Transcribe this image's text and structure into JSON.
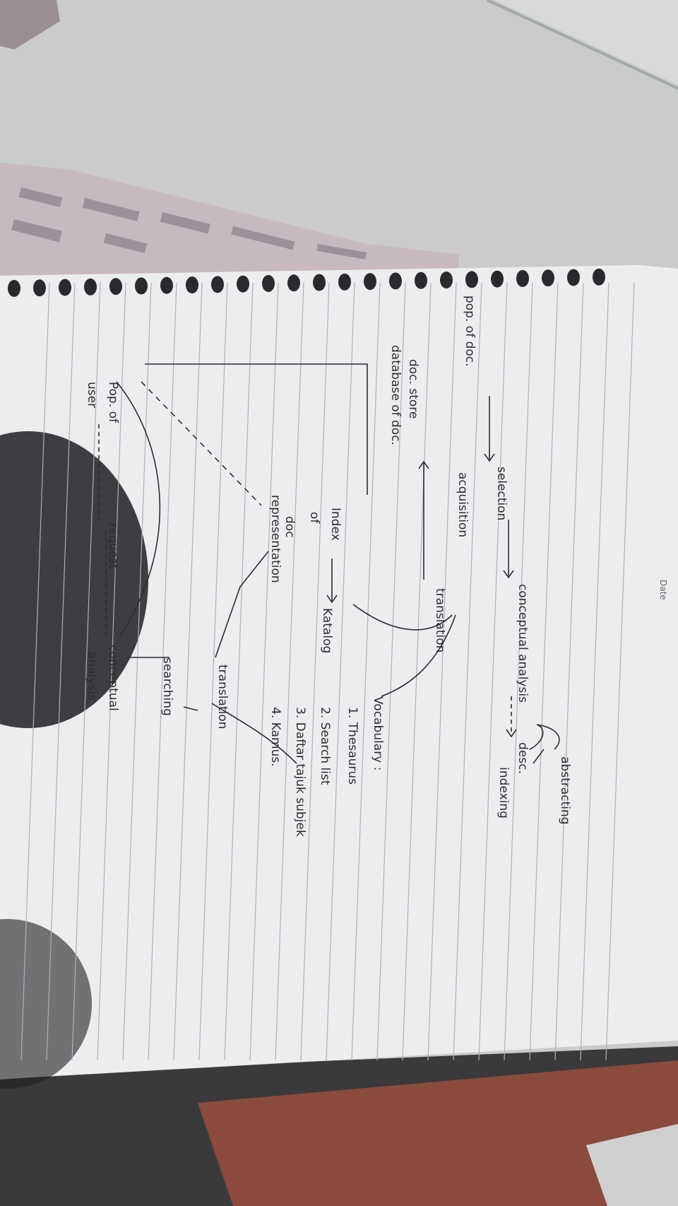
{
  "page": {
    "date_label": "Date"
  },
  "notes": {
    "abstracting": "abstracting",
    "indexing": "indexing",
    "desc": "desc.",
    "conceptual_analysis": "conceptual analysis",
    "selection": "selection",
    "acquisition": "acquisition",
    "pop_of_doc": "pop. of doc.",
    "doc_store": "doc. store",
    "database_of_doc": "database of doc.",
    "translation_top": "translation",
    "vocabulary": "Vocabulary :",
    "thesaurus": "1. Thesaurus",
    "search_list": "2. Search list",
    "daftar_tajuk": "3. Daftar tajuk subjek",
    "kamus": "4. Kamus.",
    "index": "Index",
    "of": "of",
    "katalog": "Katalog",
    "doc_representation_1": "doc",
    "doc_representation_2": "representation",
    "translation_mid": "translation",
    "searching": "searching",
    "pop_of_user_1": "Pop. of",
    "pop_of_user_2": "user",
    "request": "request",
    "conceptual_analysis_2_1": "conceptual",
    "conceptual_analysis_2_2": "analysis"
  },
  "colors": {
    "paper": "#ecedee",
    "ink": "#2c2c34",
    "table_top": "#c9cccb",
    "dark_table": "#3a3a3c",
    "rust": "#8a4a3c"
  }
}
